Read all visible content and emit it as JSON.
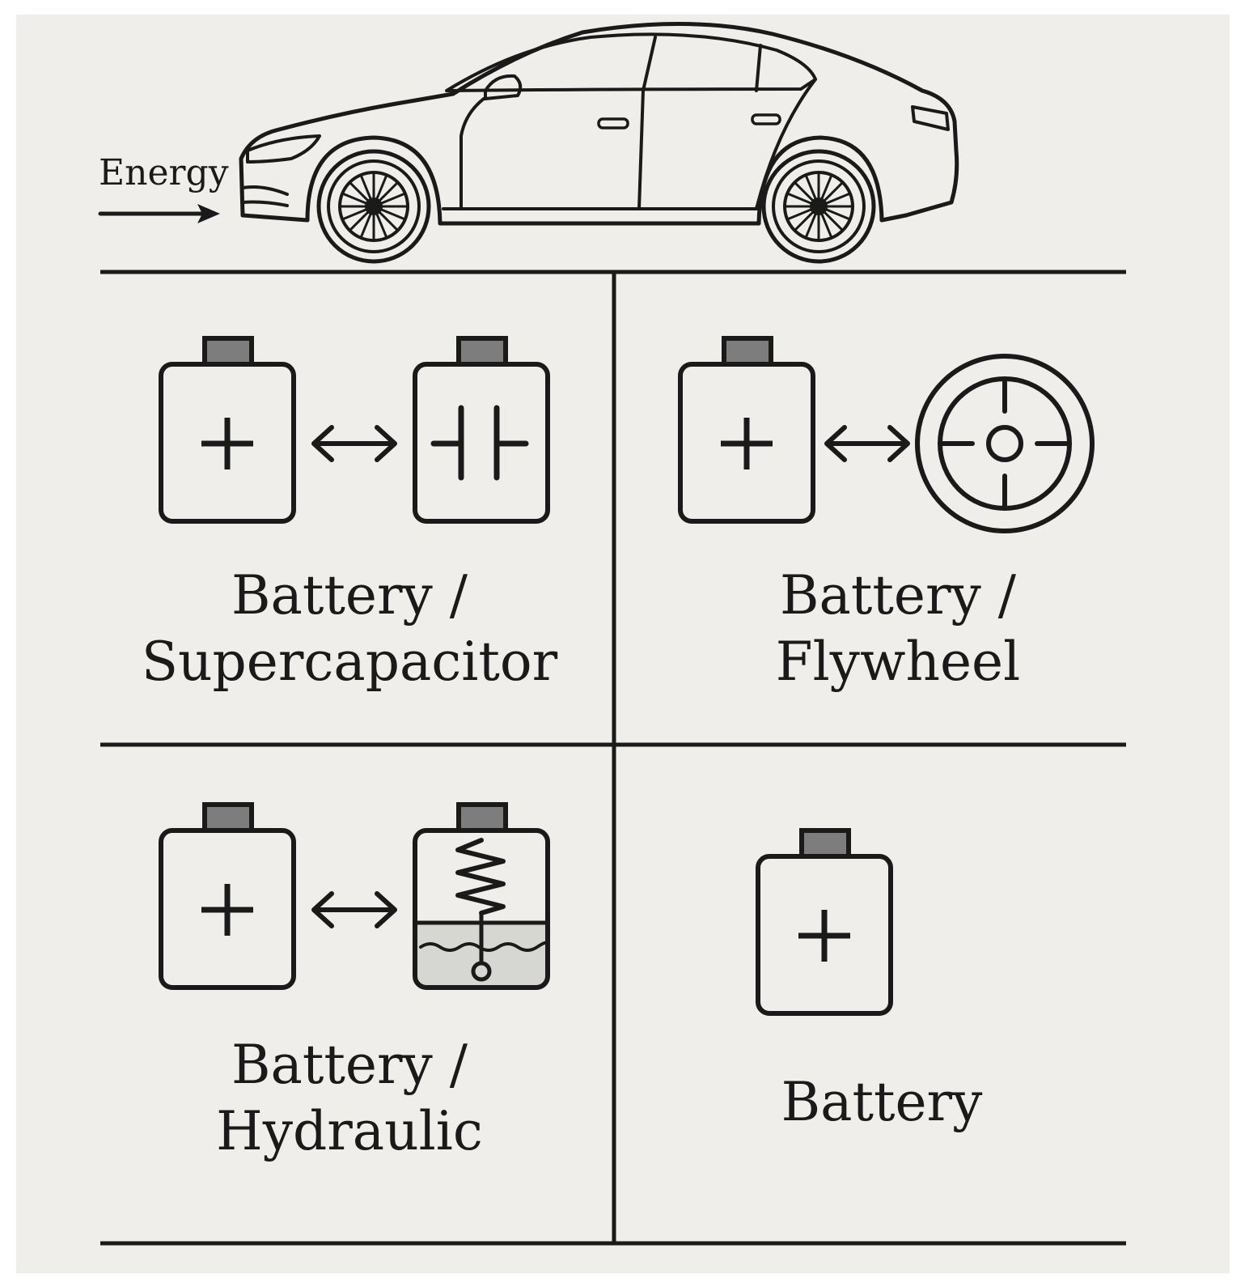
{
  "header": {
    "energy_label": "Energy"
  },
  "cells": [
    {
      "id": "battery-supercapacitor",
      "line1": "Battery /",
      "line2": "Supercapacitor"
    },
    {
      "id": "battery-flywheel",
      "line1": "Battery /",
      "line2": "Flywheel"
    },
    {
      "id": "battery-hydraulic",
      "line1": "Battery /",
      "line2": "Hydraulic"
    },
    {
      "id": "battery-only",
      "line1": "Battery"
    }
  ],
  "icons": {
    "car": "car-icon",
    "battery": "battery-icon",
    "supercapacitor": "capacitor-icon",
    "flywheel": "flywheel-icon",
    "hydraulic": "hydraulic-accumulator-icon",
    "arrow": "bidirectional-arrow-icon"
  },
  "colors": {
    "background": "#efeeea",
    "ink": "#1a1a1a",
    "terminal": "#7d7d7d",
    "fluid": "#d6d6d3"
  }
}
